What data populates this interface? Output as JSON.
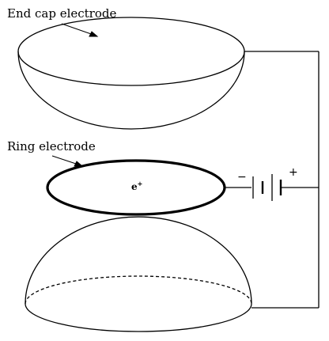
{
  "labels": {
    "end_cap": "End cap electrode",
    "ring": "Ring electrode",
    "charge_base": "e",
    "charge_sup": "+",
    "minus": "−",
    "plus": "+"
  }
}
